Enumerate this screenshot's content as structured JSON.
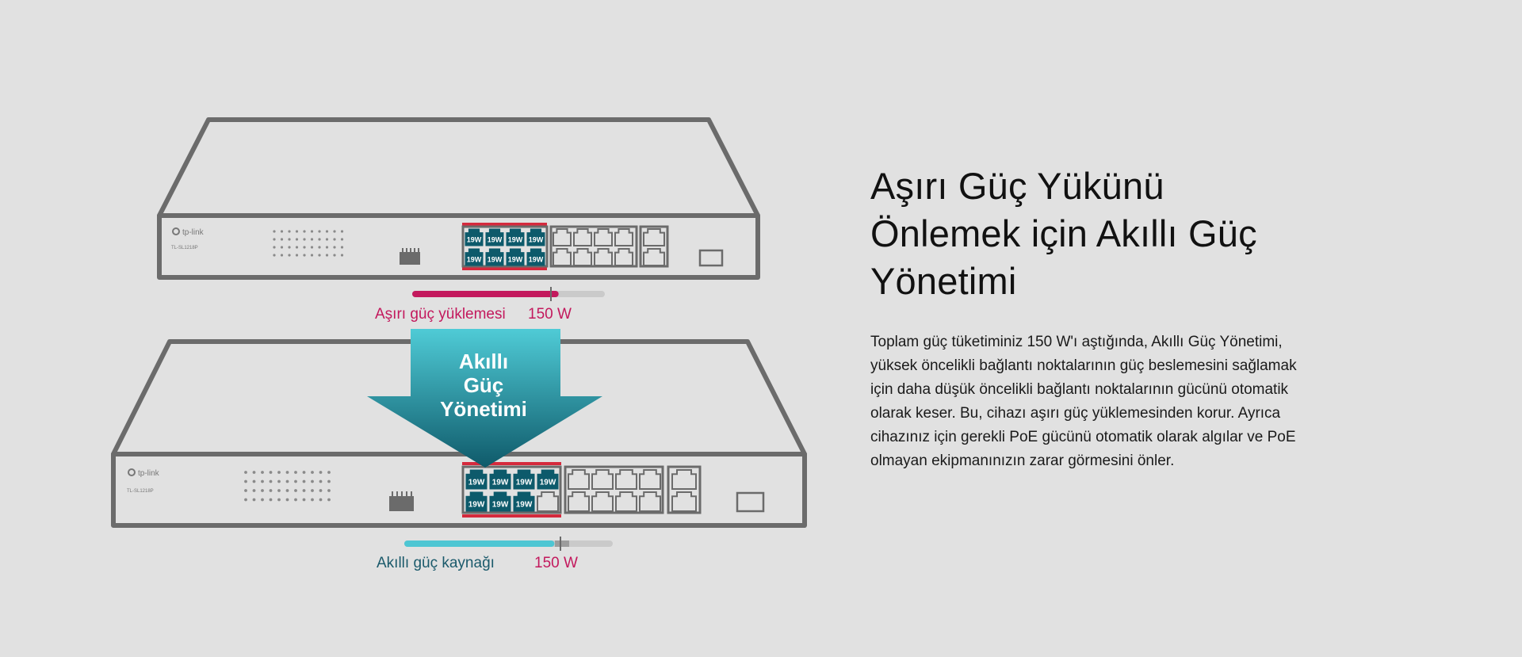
{
  "brand": {
    "logo_text": "tp-link",
    "model_label": "TL-SL1218P"
  },
  "top_switch": {
    "poe_labels": [
      "19W",
      "19W",
      "19W",
      "19W",
      "19W",
      "19W",
      "19W",
      "19W"
    ],
    "meter_label": "Aşırı güç yüklemesi",
    "meter_value": "150 W",
    "meter_fill_fraction": 0.76,
    "meter_color": "#c3195d"
  },
  "arrow": {
    "lines": [
      "Akıllı",
      "Güç",
      "Yönetimi"
    ],
    "color_top": "#4fcbd6",
    "color_bottom": "#0f5a6a"
  },
  "bottom_switch": {
    "poe_labels": [
      "19W",
      "19W",
      "19W",
      "19W",
      "19W",
      "19W",
      "19W"
    ],
    "meter_label": "Akıllı güç kaynağı",
    "meter_value": "150 W",
    "meter_fill_fraction": 0.72,
    "meter_color": "#4ec6d3",
    "label_color": "#1b5a6b"
  },
  "colors": {
    "outline": "#6b6b6b",
    "port_fill": "#0d5a6b",
    "highlight": "#d52a3d",
    "value_red": "#c3195d"
  },
  "headline": [
    "Aşırı Güç Yükünü",
    "Önlemek için Akıllı Güç",
    "Yönetimi"
  ],
  "body_lines": [
    "Toplam güç tüketiminiz 150 W'ı aştığında, Akıllı Güç Yönetimi,",
    "yüksek öncelikli bağlantı noktalarının güç beslemesini sağlamak",
    "için daha düşük öncelikli bağlantı noktalarının gücünü otomatik",
    "olarak keser. Bu, cihazı aşırı güç yüklemesinden korur. Ayrıca",
    "cihazınız için gerekli PoE gücünü otomatik olarak algılar ve PoE",
    "olmayan ekipmanınızın zarar görmesini önler."
  ]
}
